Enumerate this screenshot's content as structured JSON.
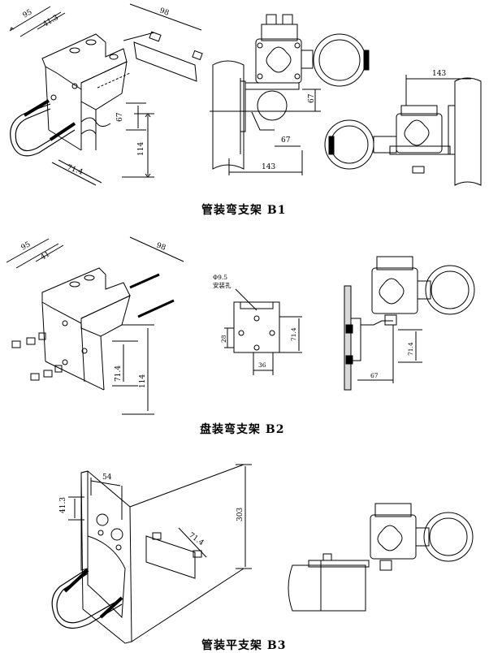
{
  "sections": [
    {
      "caption": "管装弯支架 B1",
      "dims": {
        "w95": "95",
        "w41_3": "41.3",
        "w98": "98",
        "h67": "67",
        "h114": "114",
        "w71_4": "71.4",
        "m67v": "67",
        "m67h": "67",
        "m143": "143",
        "r143": "143"
      }
    },
    {
      "caption": "盘装弯支架 B2",
      "dims": {
        "w95": "95",
        "w41": "41",
        "w98": "98",
        "h71_4": "71.4",
        "h114": "114",
        "hole_dia": "Φ9.5",
        "hole_note": "安装孔",
        "v28": "28",
        "v71_4": "71.4",
        "h36": "36",
        "r71_4": "71.4",
        "r67": "67"
      }
    },
    {
      "caption": "管装平支架 B3",
      "dims": {
        "w54": "54",
        "h41_3": "41.3",
        "h303": "303",
        "w71_4": "71.4"
      }
    }
  ]
}
